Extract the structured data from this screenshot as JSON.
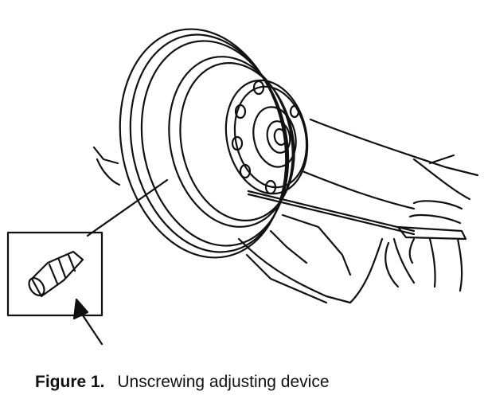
{
  "caption": {
    "number": "Figure 1.",
    "text": "Unscrewing adjusting device"
  },
  "figure": {
    "subject": "brake-drum-with-adjusting-device",
    "ink_color": "#111111",
    "background": "#ffffff"
  }
}
